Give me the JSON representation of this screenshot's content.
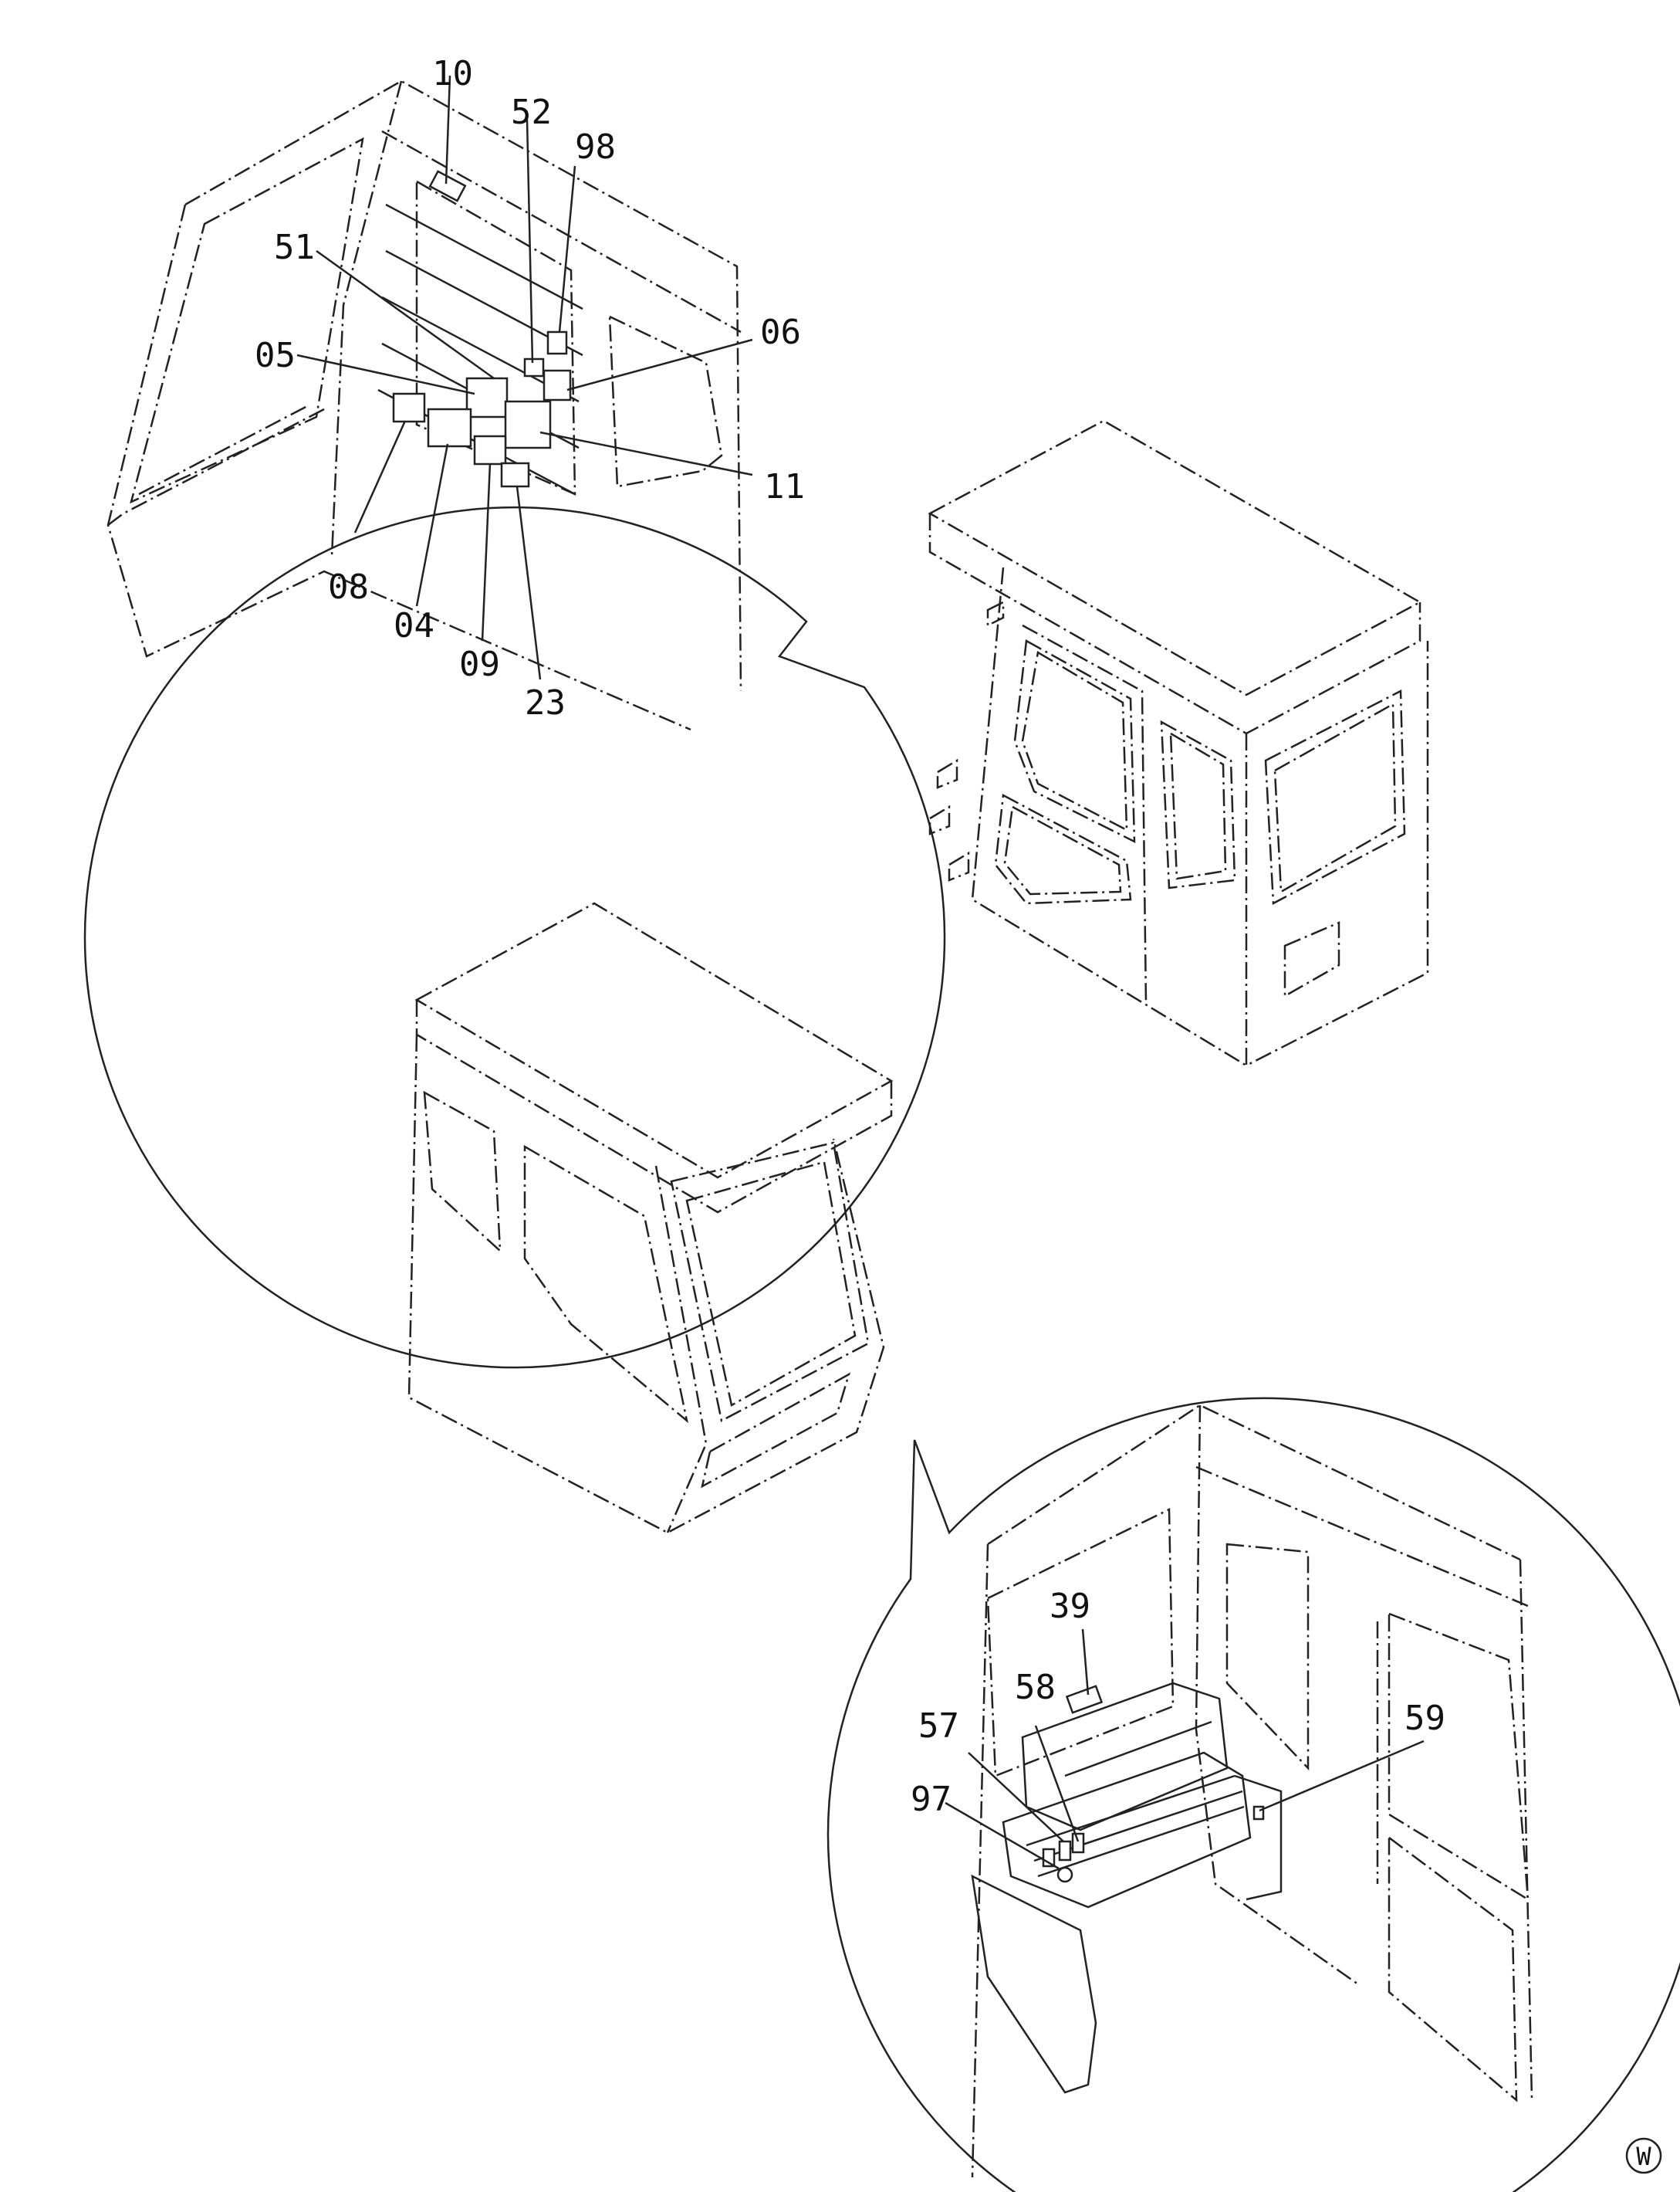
{
  "callouts_top": [
    "10",
    "52",
    "98",
    "51",
    "06",
    "05",
    "11",
    "08",
    "04",
    "09",
    "23"
  ],
  "callouts_bottom": [
    "39",
    "58",
    "57",
    "59",
    "97"
  ],
  "view_mark": "W"
}
